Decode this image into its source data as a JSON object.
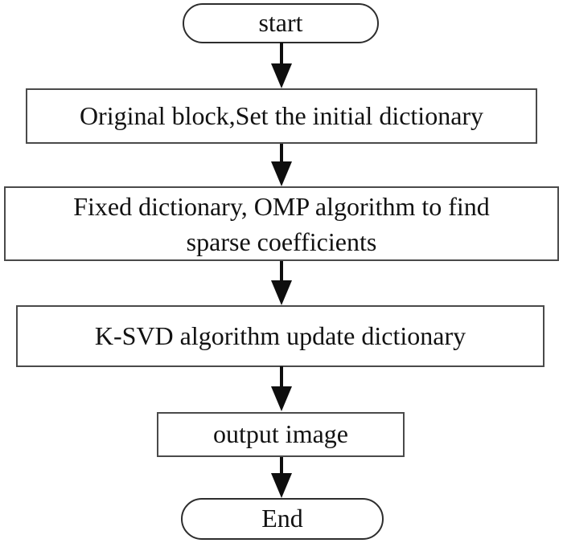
{
  "flowchart": {
    "nodes": [
      {
        "id": "start",
        "type": "terminator",
        "label": "start"
      },
      {
        "id": "init",
        "type": "process",
        "label": "Original block,Set the initial dictionary"
      },
      {
        "id": "omp",
        "type": "process",
        "label": "Fixed dictionary, OMP algorithm to find sparse coefficients",
        "label_lines": [
          "Fixed dictionary, OMP algorithm to find",
          "sparse coefficients"
        ]
      },
      {
        "id": "ksvd",
        "type": "process",
        "label": "K-SVD algorithm update dictionary"
      },
      {
        "id": "output",
        "type": "process",
        "label": "output image"
      },
      {
        "id": "end",
        "type": "terminator",
        "label": "End"
      }
    ],
    "edges": [
      {
        "from": "start",
        "to": "init"
      },
      {
        "from": "init",
        "to": "omp"
      },
      {
        "from": "omp",
        "to": "ksvd"
      },
      {
        "from": "ksvd",
        "to": "output"
      },
      {
        "from": "output",
        "to": "end"
      }
    ],
    "colors": {
      "background": "#ffffff",
      "node_fill": "#ffffff",
      "node_border": "#4a4a4a",
      "terminator_border": "#2d2d2d",
      "text": "#121212",
      "arrow": "#0e0e0e"
    }
  }
}
